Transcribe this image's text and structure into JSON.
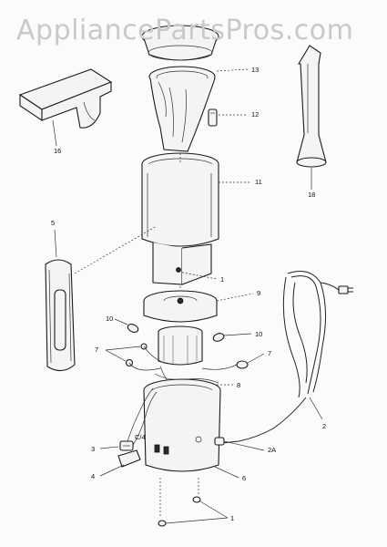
{
  "watermark": "AppliancePartsPros.com",
  "callouts": {
    "c13": "13",
    "c12": "12",
    "c16": "16",
    "c18": "18",
    "c11": "11",
    "c5": "5",
    "c1_top": "1",
    "c9": "9",
    "c10_left": "10",
    "c10_right": "10",
    "c7_left": "7",
    "c7_right": "7",
    "c8": "8",
    "c2": "2",
    "c3": "3",
    "c2A": "2A",
    "c4": "4",
    "c6": "6",
    "c1_bottom": "1"
  }
}
